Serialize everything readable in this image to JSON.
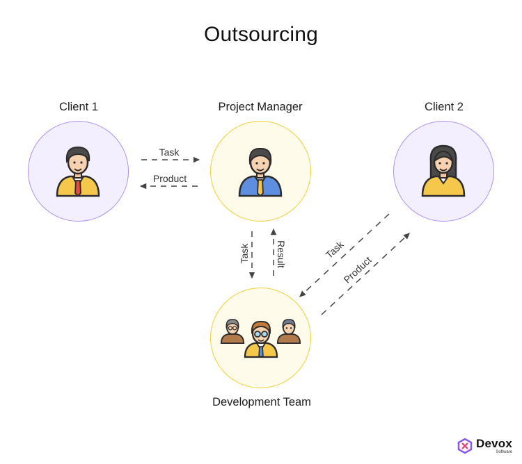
{
  "title": "Outsourcing",
  "nodes": {
    "client1": {
      "label": "Client 1"
    },
    "project_manager": {
      "label": "Project Manager"
    },
    "client2": {
      "label": "Client 2"
    },
    "dev_team": {
      "label": "Development Team"
    }
  },
  "edges": {
    "client1_to_pm": "Task",
    "pm_to_client1": "Product",
    "pm_to_team": "Task",
    "team_to_pm": "Result",
    "client2_to_team": "Task",
    "team_to_client2": "Product"
  },
  "logo": {
    "name": "Devox",
    "subtitle": "Software"
  },
  "colors": {
    "client_circle_fill": "#f3effe",
    "client_circle_border": "#b08ef0",
    "team_circle_fill": "#fffbea",
    "team_circle_border": "#f0cf35",
    "arrow": "#444444"
  }
}
